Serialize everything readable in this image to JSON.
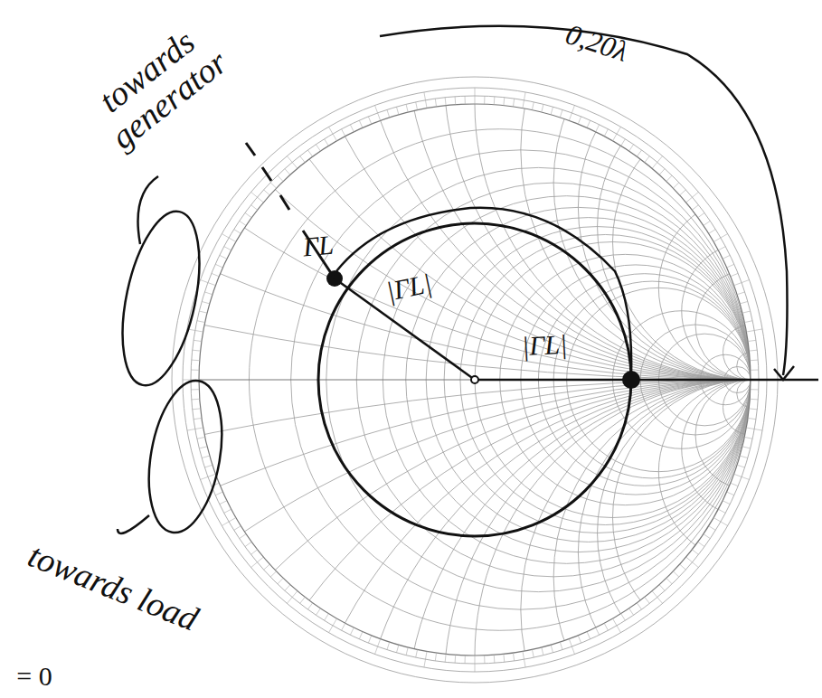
{
  "diagram": {
    "labels": [
      "towards generator",
      "0,20λ",
      "ΓL",
      "|ΓL|",
      "|ΓL|",
      "towards load",
      "= 0"
    ]
  }
}
